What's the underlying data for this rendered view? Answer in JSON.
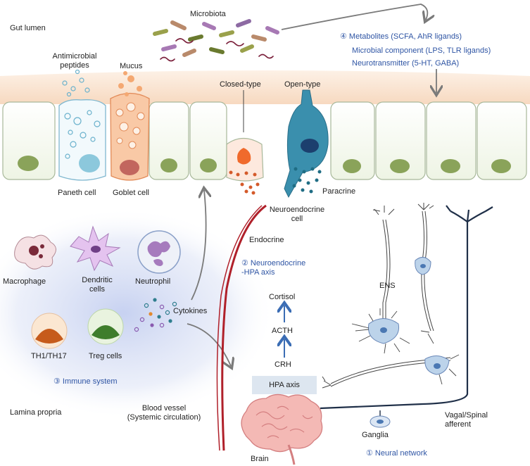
{
  "labels": {
    "gut_lumen": "Gut lumen",
    "microbiota": "Microbiota",
    "metabolites": "④ Metabolites (SCFA, AhR ligands)",
    "microbial_component": "Microbial component (LPS, TLR ligands)",
    "neurotransmitter": "Neurotransmitter (5-HT, GABA)",
    "antimicrobial_peptides": "Antimicrobial\npeptides",
    "mucus": "Mucus",
    "closed_type": "Closed-type",
    "open_type": "Open-type",
    "paneth_cell": "Paneth cell",
    "goblet_cell": "Goblet cell",
    "paracrine": "Paracrine",
    "neuroendocrine_cell": "Neuroendocrine\ncell",
    "endocrine": "Endocrine",
    "neuroendocrine_hpa": "② Neuroendocrine\n-HPA axis",
    "cortisol": "Cortisol",
    "acth": "ACTH",
    "crh": "CRH",
    "hpa_axis": "HPA axis",
    "ens": "ENS",
    "macrophage": "Macrophage",
    "dendritic_cells": "Dendritic\ncells",
    "neutrophil": "Neutrophil",
    "cytokines": "Cytokines",
    "th1_th17": "TH1/TH17",
    "treg_cells": "Treg cells",
    "immune_system": "③ Immune system",
    "lamina_propria": "Lamina propria",
    "blood_vessel": "Blood vessel\n(Systemic circulation)",
    "vagal_spinal": "Vagal/Spinal\nafferent",
    "ganglia": "Ganglia",
    "neural_network": "① Neural network",
    "brain": "Brain"
  },
  "colors": {
    "blue_text": "#2f55a4",
    "epithelium": "#fbe3cf",
    "blood_vessel": "#b0202a",
    "nerve": "#1f2f48",
    "immune_glow": "#c9d3ee",
    "arrow_gray": "#7a7a7a"
  },
  "icons": [
    "brain-icon",
    "neuron-icon",
    "macrophage-icon",
    "dendritic-cell-icon",
    "neutrophil-icon",
    "bacteria-icon"
  ]
}
